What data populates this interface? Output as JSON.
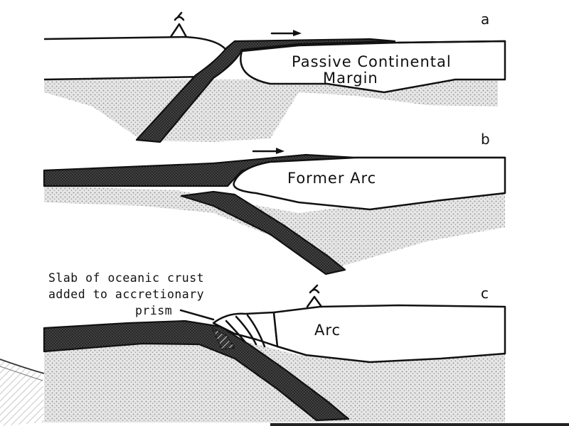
{
  "panels": [
    {
      "letter": "a",
      "label_lines": [
        "Passive Continental",
        "Margin"
      ]
    },
    {
      "letter": "b",
      "label_lines": [
        "Former Arc"
      ]
    },
    {
      "letter": "c",
      "label_lines": [
        "Arc"
      ]
    }
  ],
  "annotation": {
    "lines": [
      "Slab of oceanic crust",
      "added to accretionary",
      "prism"
    ]
  },
  "colors": {
    "ink": "#111111",
    "stipple": "#b8b8b8",
    "background": "#ffffff"
  }
}
